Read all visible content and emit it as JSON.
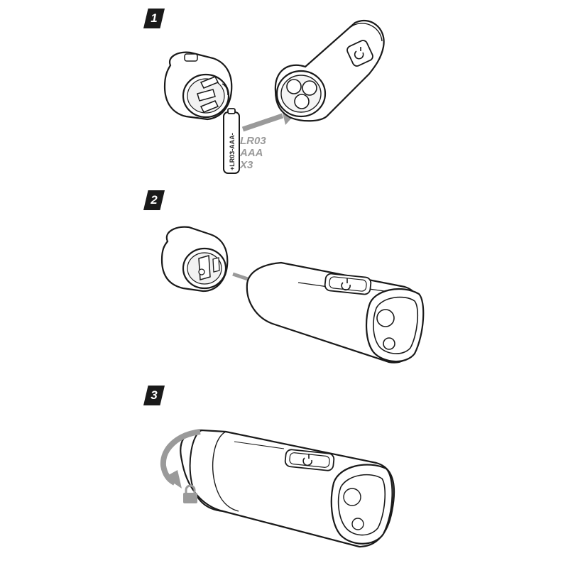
{
  "steps": [
    {
      "number": "1"
    },
    {
      "number": "2"
    },
    {
      "number": "3"
    }
  ],
  "battery": {
    "print": "+LR03-AAA-",
    "label_lines": [
      "LR03",
      "AAA",
      "X3"
    ]
  },
  "colors": {
    "outline": "#1a1a1a",
    "arrow": "#9a9a9a",
    "badge": "#1a1a1a",
    "fill": "#ffffff"
  },
  "icons": [
    "power-icon",
    "padlock-icon",
    "rotate-arrow-icon",
    "insert-arrow-icon"
  ]
}
